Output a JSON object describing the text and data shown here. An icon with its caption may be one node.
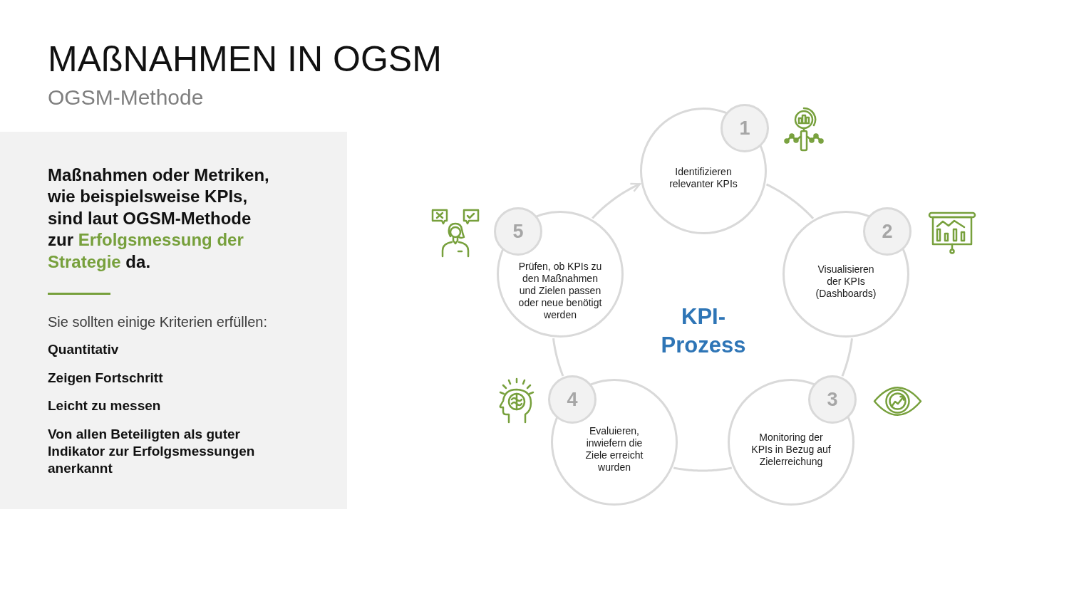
{
  "diagram": {
    "title": "MAßNAHMEN IN OGSM",
    "nodes": [
      {
        "text": [
          "Maßnahmen oder Metriken, wie beispielsweise KPIs, sind laut OGSM-Methode zur **Erfolgsmessung der Strategie** da.",
          "Sie sollten einige Kriterien erfüllen:",
          "Quantitativ",
          "Zeigen Fortschritt",
          "Leicht zu messen",
          "Von allen Beteiligten als guter Indikator zur Erfolgsmessungen anerkannt"
        ]
      },
      {
        "text": [
          "Identifizieren relevanter KPIs"
        ]
      },
      {
        "text": [
          "1"
        ]
      },
      {
        "text": [
          "Visualisieren der KPIs (Dashboards)"
        ]
      },
      {
        "text": [
          "2"
        ]
      },
      {
        "text": [
          "Monitoring der KPIs in Bezug auf Zielerreichung"
        ]
      },
      {
        "text": [
          "3"
        ]
      },
      {
        "text": [
          "Evaluieren, inwiefern die Ziele erreicht wurden"
        ]
      },
      {
        "text": [
          "4"
        ]
      },
      {
        "text": [
          "Prüfen, ob KPIs zu den Maßnahmen und Zielen passen oder neue benötigt werden"
        ]
      },
      {
        "text": [
          "5"
        ]
      }
    ],
    "edges": [
      {
        "from": 1,
        "to": 3,
        "arrow": "none"
      },
      {
        "from": 3,
        "to": 5,
        "arrow": "none"
      },
      {
        "from": 5,
        "to": 7,
        "arrow": "none"
      },
      {
        "from": 7,
        "to": 9,
        "arrow": "none"
      },
      {
        "from": 9,
        "to": 1,
        "arrow": "to"
      }
    ],
    "labels": [
      "OGSM-Methode",
      "KPI- Prozess"
    ]
  }
}
